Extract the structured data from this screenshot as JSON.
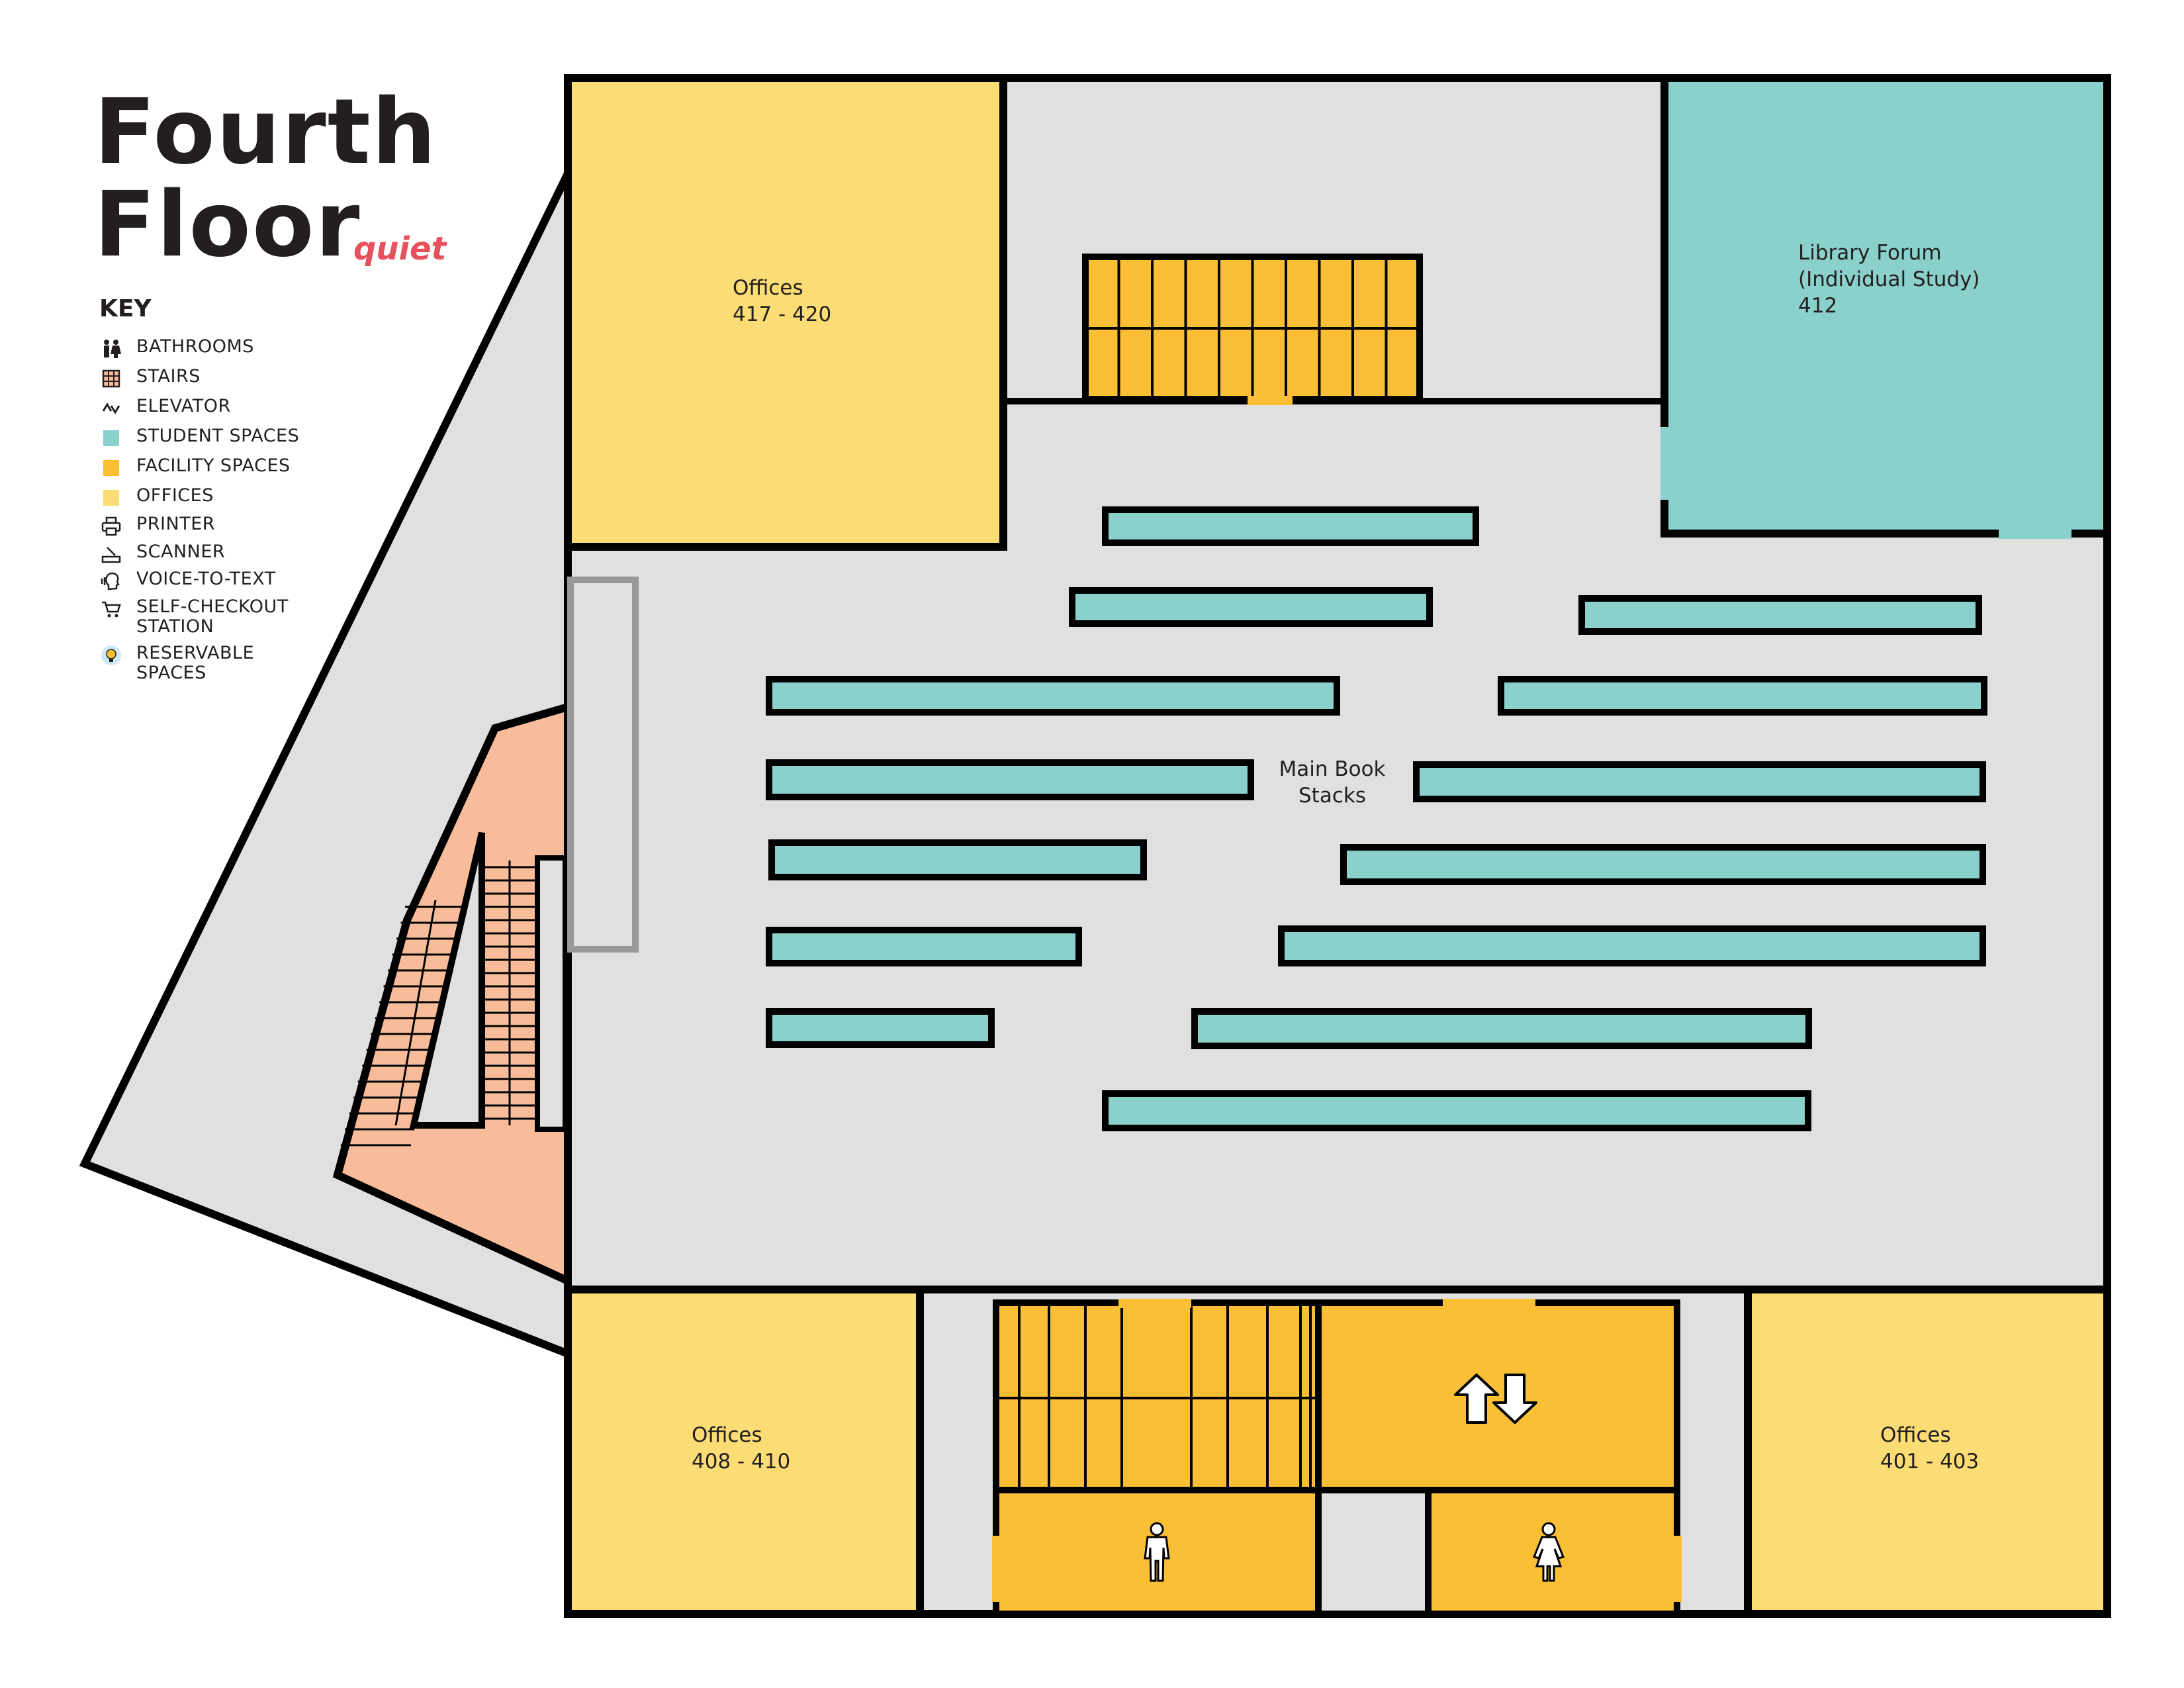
{
  "title": {
    "line1": "Fourth",
    "line2": "Floor",
    "subtitle": "quiet"
  },
  "colors": {
    "student": "#8ad0cb",
    "facility": "#fbbf36",
    "offices": "#fcdd75",
    "floor": "#e0e0e0",
    "stairwell": "#f9bc9a",
    "walls": "#000000",
    "accent": "#e8505b"
  },
  "key": {
    "title": "KEY",
    "items": [
      {
        "icon": "bathrooms-icon",
        "label": "BATHROOMS"
      },
      {
        "icon": "stairs-icon",
        "label": "STAIRS"
      },
      {
        "icon": "elevator-icon",
        "label": "ELEVATOR"
      },
      {
        "icon": "student-spaces-swatch",
        "label": "STUDENT SPACES"
      },
      {
        "icon": "facility-spaces-swatch",
        "label": "FACILITY SPACES"
      },
      {
        "icon": "offices-swatch",
        "label": "OFFICES"
      },
      {
        "icon": "printer-icon",
        "label": "PRINTER"
      },
      {
        "icon": "scanner-icon",
        "label": "SCANNER"
      },
      {
        "icon": "voice-to-text-icon",
        "label": "VOICE-TO-TEXT"
      },
      {
        "icon": "self-checkout-icon",
        "label": "SELF-CHECKOUT\nSTATION"
      },
      {
        "icon": "reservable-spaces-icon",
        "label": "RESERVABLE\nSPACES"
      }
    ]
  },
  "rooms": {
    "offices_417": {
      "name": "Offices",
      "number": "417 - 420"
    },
    "library_forum": {
      "name": "Library Forum",
      "sub": "(Individual Study)",
      "number": "412"
    },
    "stacks": {
      "line1": "Main Book",
      "line2": "Stacks"
    },
    "offices_408": {
      "name": "Offices",
      "number": "408 - 410"
    },
    "offices_401": {
      "name": "Offices",
      "number": "401 - 403"
    }
  }
}
